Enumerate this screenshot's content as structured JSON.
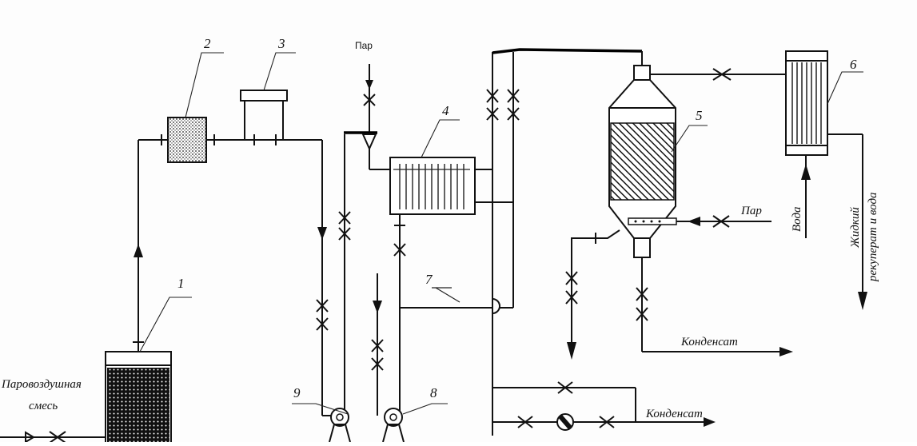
{
  "diagram": {
    "labels": {
      "steam_top": "Пар",
      "steam_right": "Пар",
      "inlet_line1": "Паровоздушная",
      "inlet_line2": "смесь",
      "condensate_right": "Конденсат",
      "condensate_bottom": "Конденсат",
      "water": "Вода",
      "output_line1": "Жидкий",
      "output_line2": "рекуперат и вода"
    },
    "numbers": {
      "n1": "1",
      "n2": "2",
      "n3": "3",
      "n4": "4",
      "n5": "5",
      "n6": "6",
      "n7": "7",
      "n8": "8",
      "n9": "9"
    }
  }
}
